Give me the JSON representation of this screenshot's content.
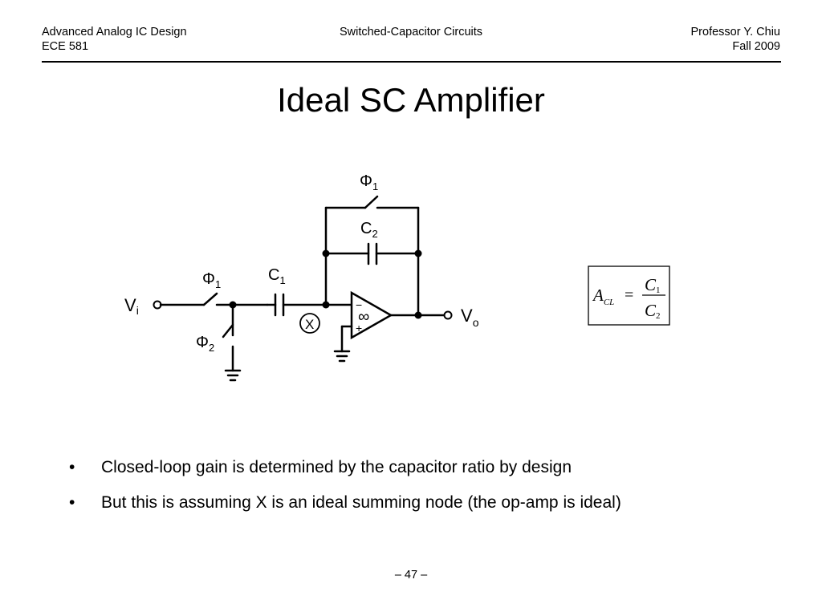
{
  "header": {
    "course": "Advanced Analog IC Design",
    "code": "ECE 581",
    "topic": "Switched-Capacitor Circuits",
    "professor": "Professor Y. Chiu",
    "term": "Fall 2009"
  },
  "title": "Ideal SC Amplifier",
  "circuit": {
    "vi_main": "V",
    "vi_sub": "i",
    "vo_main": "V",
    "vo_sub": "o",
    "phi": "Φ",
    "phi1_sub": "1",
    "phi2_sub": "2",
    "c": "C",
    "c1_sub": "1",
    "c2_sub": "2",
    "node_x": "X",
    "opamp_minus": "−",
    "opamp_plus": "+",
    "opamp_gain": "∞"
  },
  "formula": {
    "lhs": "A",
    "lhs_sub": "CL",
    "eq": "=",
    "num": "C",
    "num_sub": "1",
    "den": "C",
    "den_sub": "2"
  },
  "bullets": [
    "Closed-loop gain is determined by the capacitor ratio by design",
    "But this is assuming X is an ideal summing node (the op-amp is ideal)"
  ],
  "page_number": "– 47 –"
}
